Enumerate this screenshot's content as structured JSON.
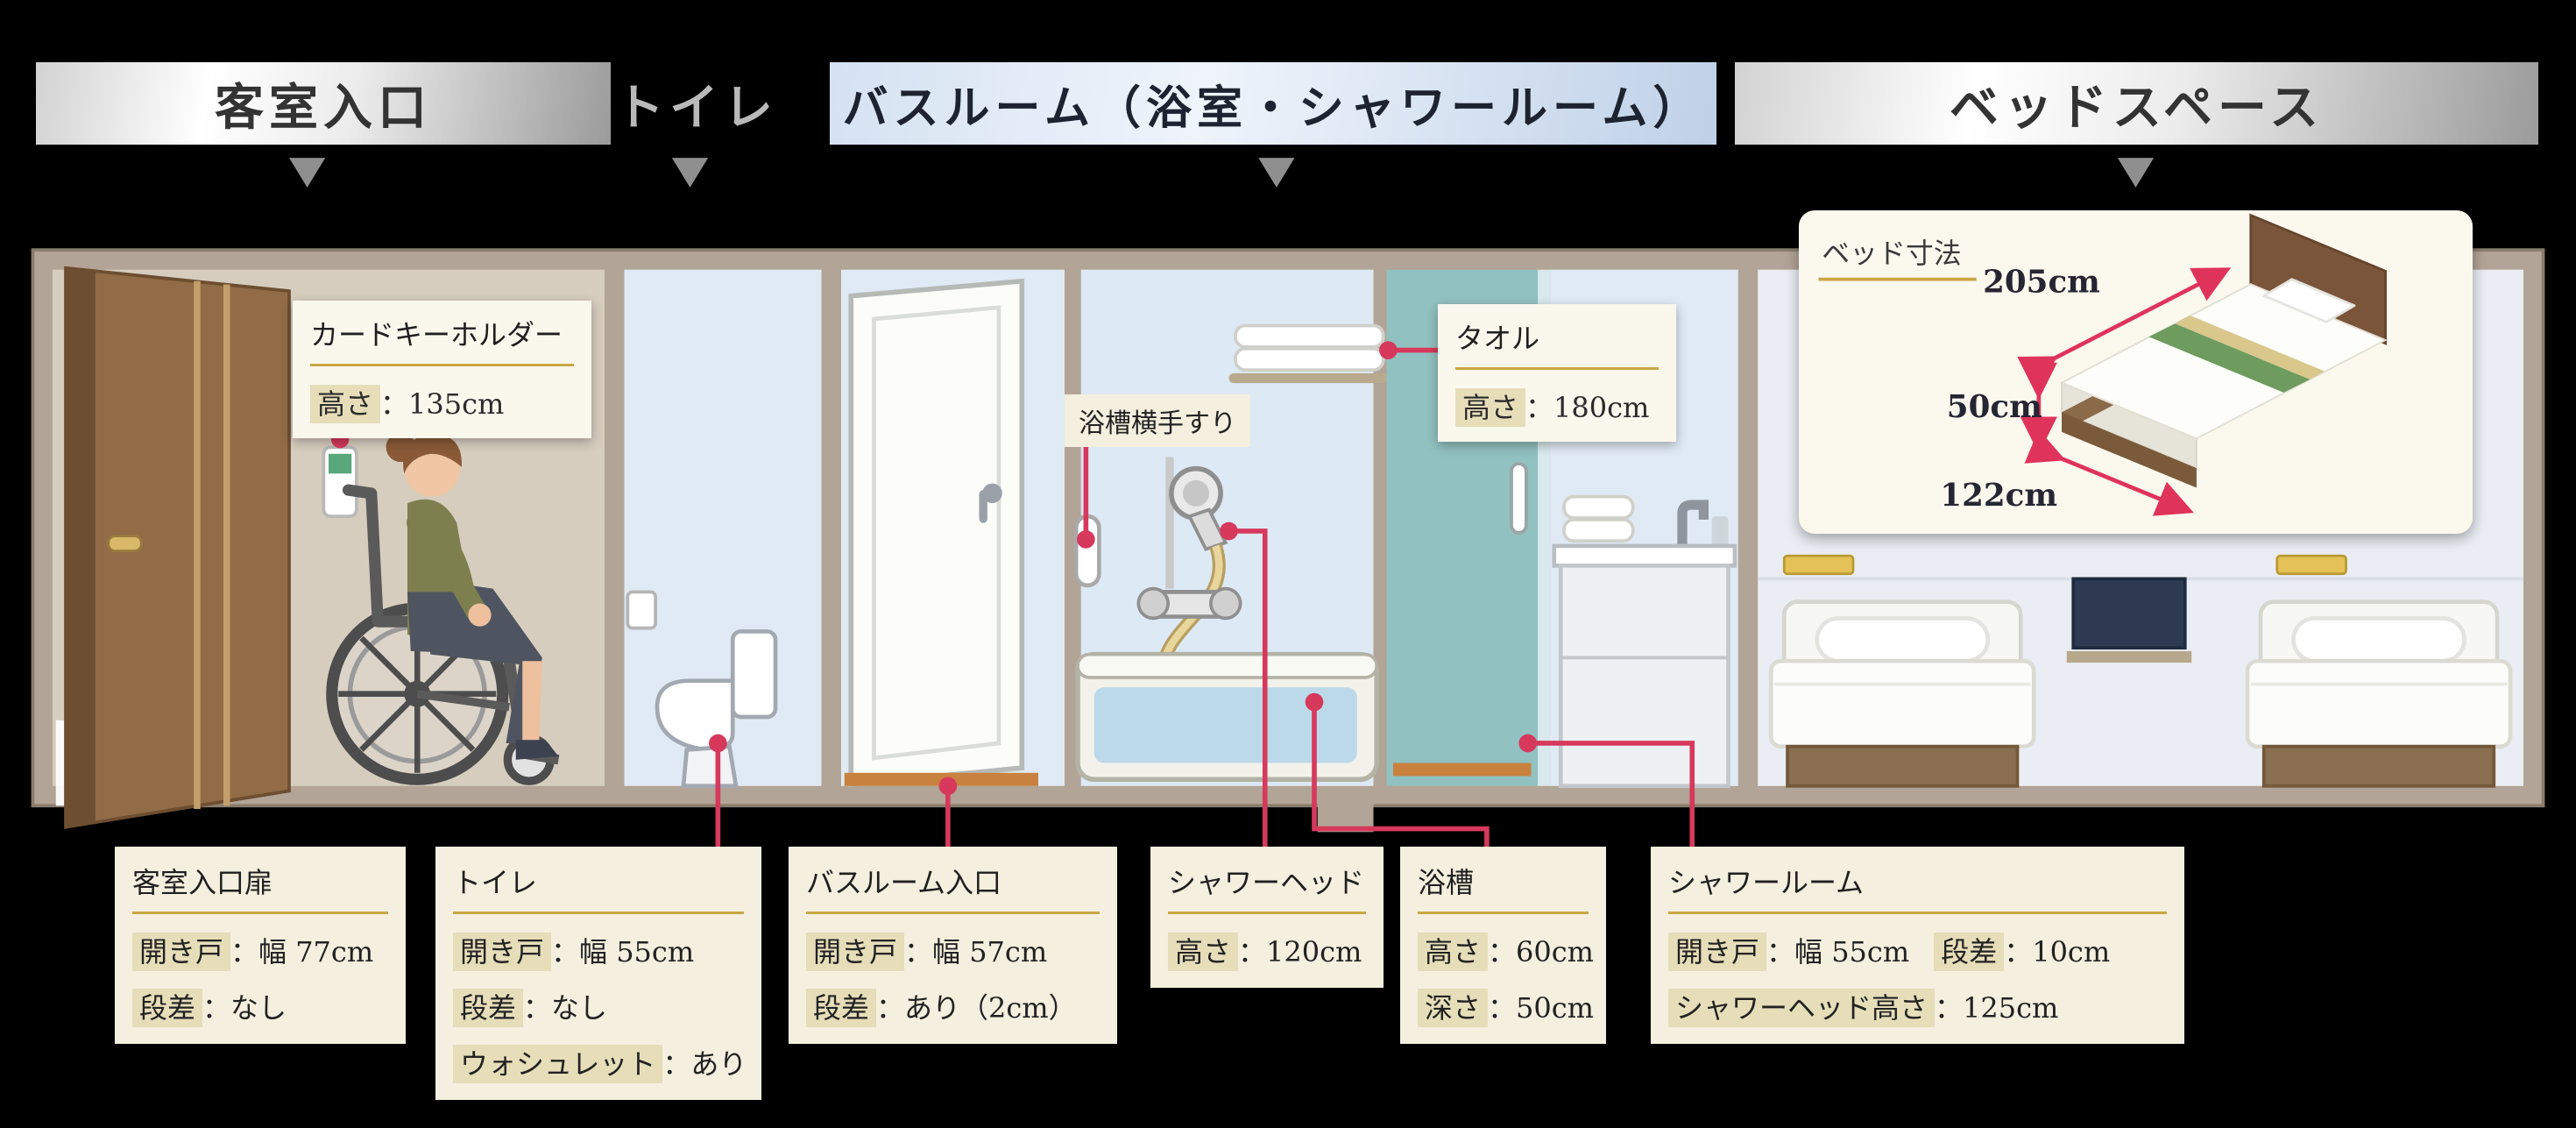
{
  "headers": {
    "entrance": "客室入口",
    "toilet": "トイレ",
    "bathroom": "バスルーム（浴室・シャワールーム）",
    "bed_space": "ベッドスペース"
  },
  "room_annotations": {
    "card_key_holder": {
      "title": "カードキーホルダー",
      "term": "高さ",
      "value": "：135cm"
    },
    "towel": {
      "title": "タオル",
      "term": "高さ",
      "value": "：180cm"
    },
    "bathtub_grab_bar": {
      "title": "浴槽横手すり"
    },
    "bed_dimensions": {
      "title": "ベッド寸法",
      "length": "205cm",
      "height": "50cm",
      "width": "122cm"
    }
  },
  "callouts": [
    {
      "title": "客室入口扉",
      "rows": [
        {
          "term": "開き戸",
          "value": "：幅 77cm"
        },
        {
          "term": "段差",
          "value": "：なし"
        }
      ]
    },
    {
      "title": "トイレ",
      "rows": [
        {
          "term": "開き戸",
          "value": "：幅 55cm"
        },
        {
          "term": "段差",
          "value": "：なし"
        },
        {
          "term": "ウォシュレット",
          "value": "：あり"
        }
      ]
    },
    {
      "title": "バスルーム入口",
      "rows": [
        {
          "term": "開き戸",
          "value": "：幅 57cm"
        },
        {
          "term": "段差",
          "value": "：あり（2cm）"
        }
      ]
    },
    {
      "title": "シャワーヘッド",
      "rows": [
        {
          "term": "高さ",
          "value": "：120cm"
        }
      ]
    },
    {
      "title": "浴槽",
      "rows": [
        {
          "term": "高さ",
          "value": "：60cm"
        },
        {
          "term": "深さ",
          "value": "：50cm"
        }
      ]
    },
    {
      "title": "シャワールーム",
      "rows": [
        {
          "term": "開き戸",
          "value": "：幅 55cm",
          "term2": "段差",
          "value2": "：10cm"
        },
        {
          "term": "シャワーヘッド高さ",
          "value": "：125cm"
        }
      ]
    }
  ],
  "colors": {
    "accent_red": "#d6395c",
    "gold_rule": "#c9a646",
    "callout_bg": "#f4efde",
    "highlight_bg": "#e6ddb9",
    "wall": "#b2a496",
    "shower_teal": "#91c1c0"
  }
}
